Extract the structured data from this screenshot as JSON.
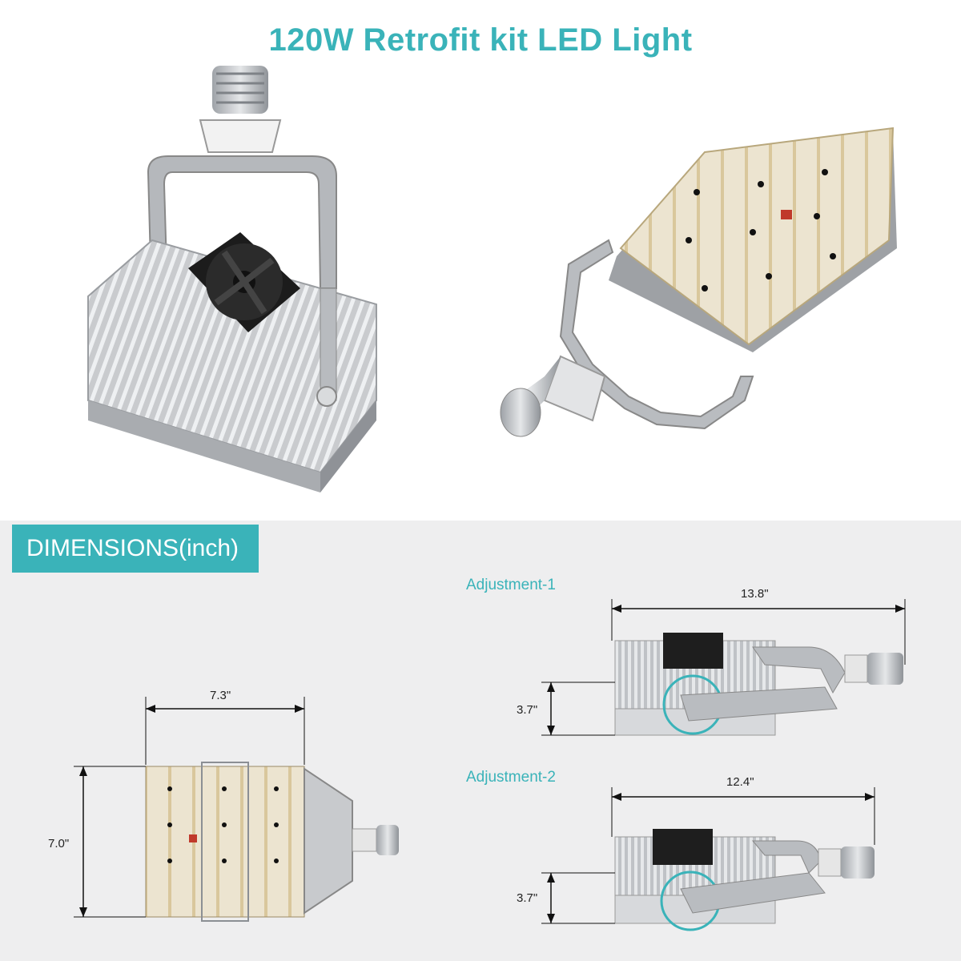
{
  "title": "120W Retrofit kit LED Light",
  "colors": {
    "accent": "#3ab3b9",
    "panel_bg": "#eeeeef",
    "metal": "#c7c9cc",
    "led_board": "#e8dfc9"
  },
  "section": {
    "banner": "DIMENSIONS(inch)"
  },
  "front_view": {
    "width_label": "7.3\"",
    "height_label": "7.0\""
  },
  "adjustment_1": {
    "label": "Adjustment-1",
    "length_label": "13.8\"",
    "height_label": "3.7\""
  },
  "adjustment_2": {
    "label": "Adjustment-2",
    "length_label": "12.4\"",
    "height_label": "3.7\""
  },
  "icons": [
    "fan-icon",
    "bulb-socket-icon",
    "led-board-icon",
    "heatsink-icon",
    "bracket-icon"
  ]
}
